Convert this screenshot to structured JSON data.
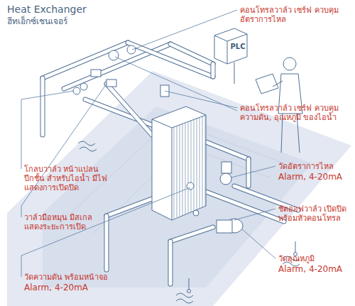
{
  "diagram": {
    "title": "Heat Exchanger",
    "nodes": [
      {
        "text": [
          "PLC"
        ]
      }
    ],
    "labels": [
      "ฮีทเอ็กซ์เชนเจอร์",
      "คอนโทรลวาล์ว เซร์ฟ ควบคุม อัตราการไหล",
      "คอนโทรลวาล์ว เซร์ฟ ควบคุม ความดัน, อุณหภูมิ ของไอน้ำ",
      "วัดอัตราการไหล",
      "Alarm, 4-20mA",
      "ชัตออฟวาล์ว เปิดปิด พร้อมหัวคอนโทรล",
      "วัดอุณหภูมิ",
      "Alarm, 4-20mA",
      "โกลบวาล์ว หน้าแปลน ปีกชั้น สำหรับไอน้ำ มีไฟแสดงการเปิดปิด",
      "วาล์วมือหมุน มีสเกล แสดงระยะการเปิด",
      "วัดความดัน พร้อมหน้าจอ",
      "Alarm, 4-20mA"
    ]
  }
}
